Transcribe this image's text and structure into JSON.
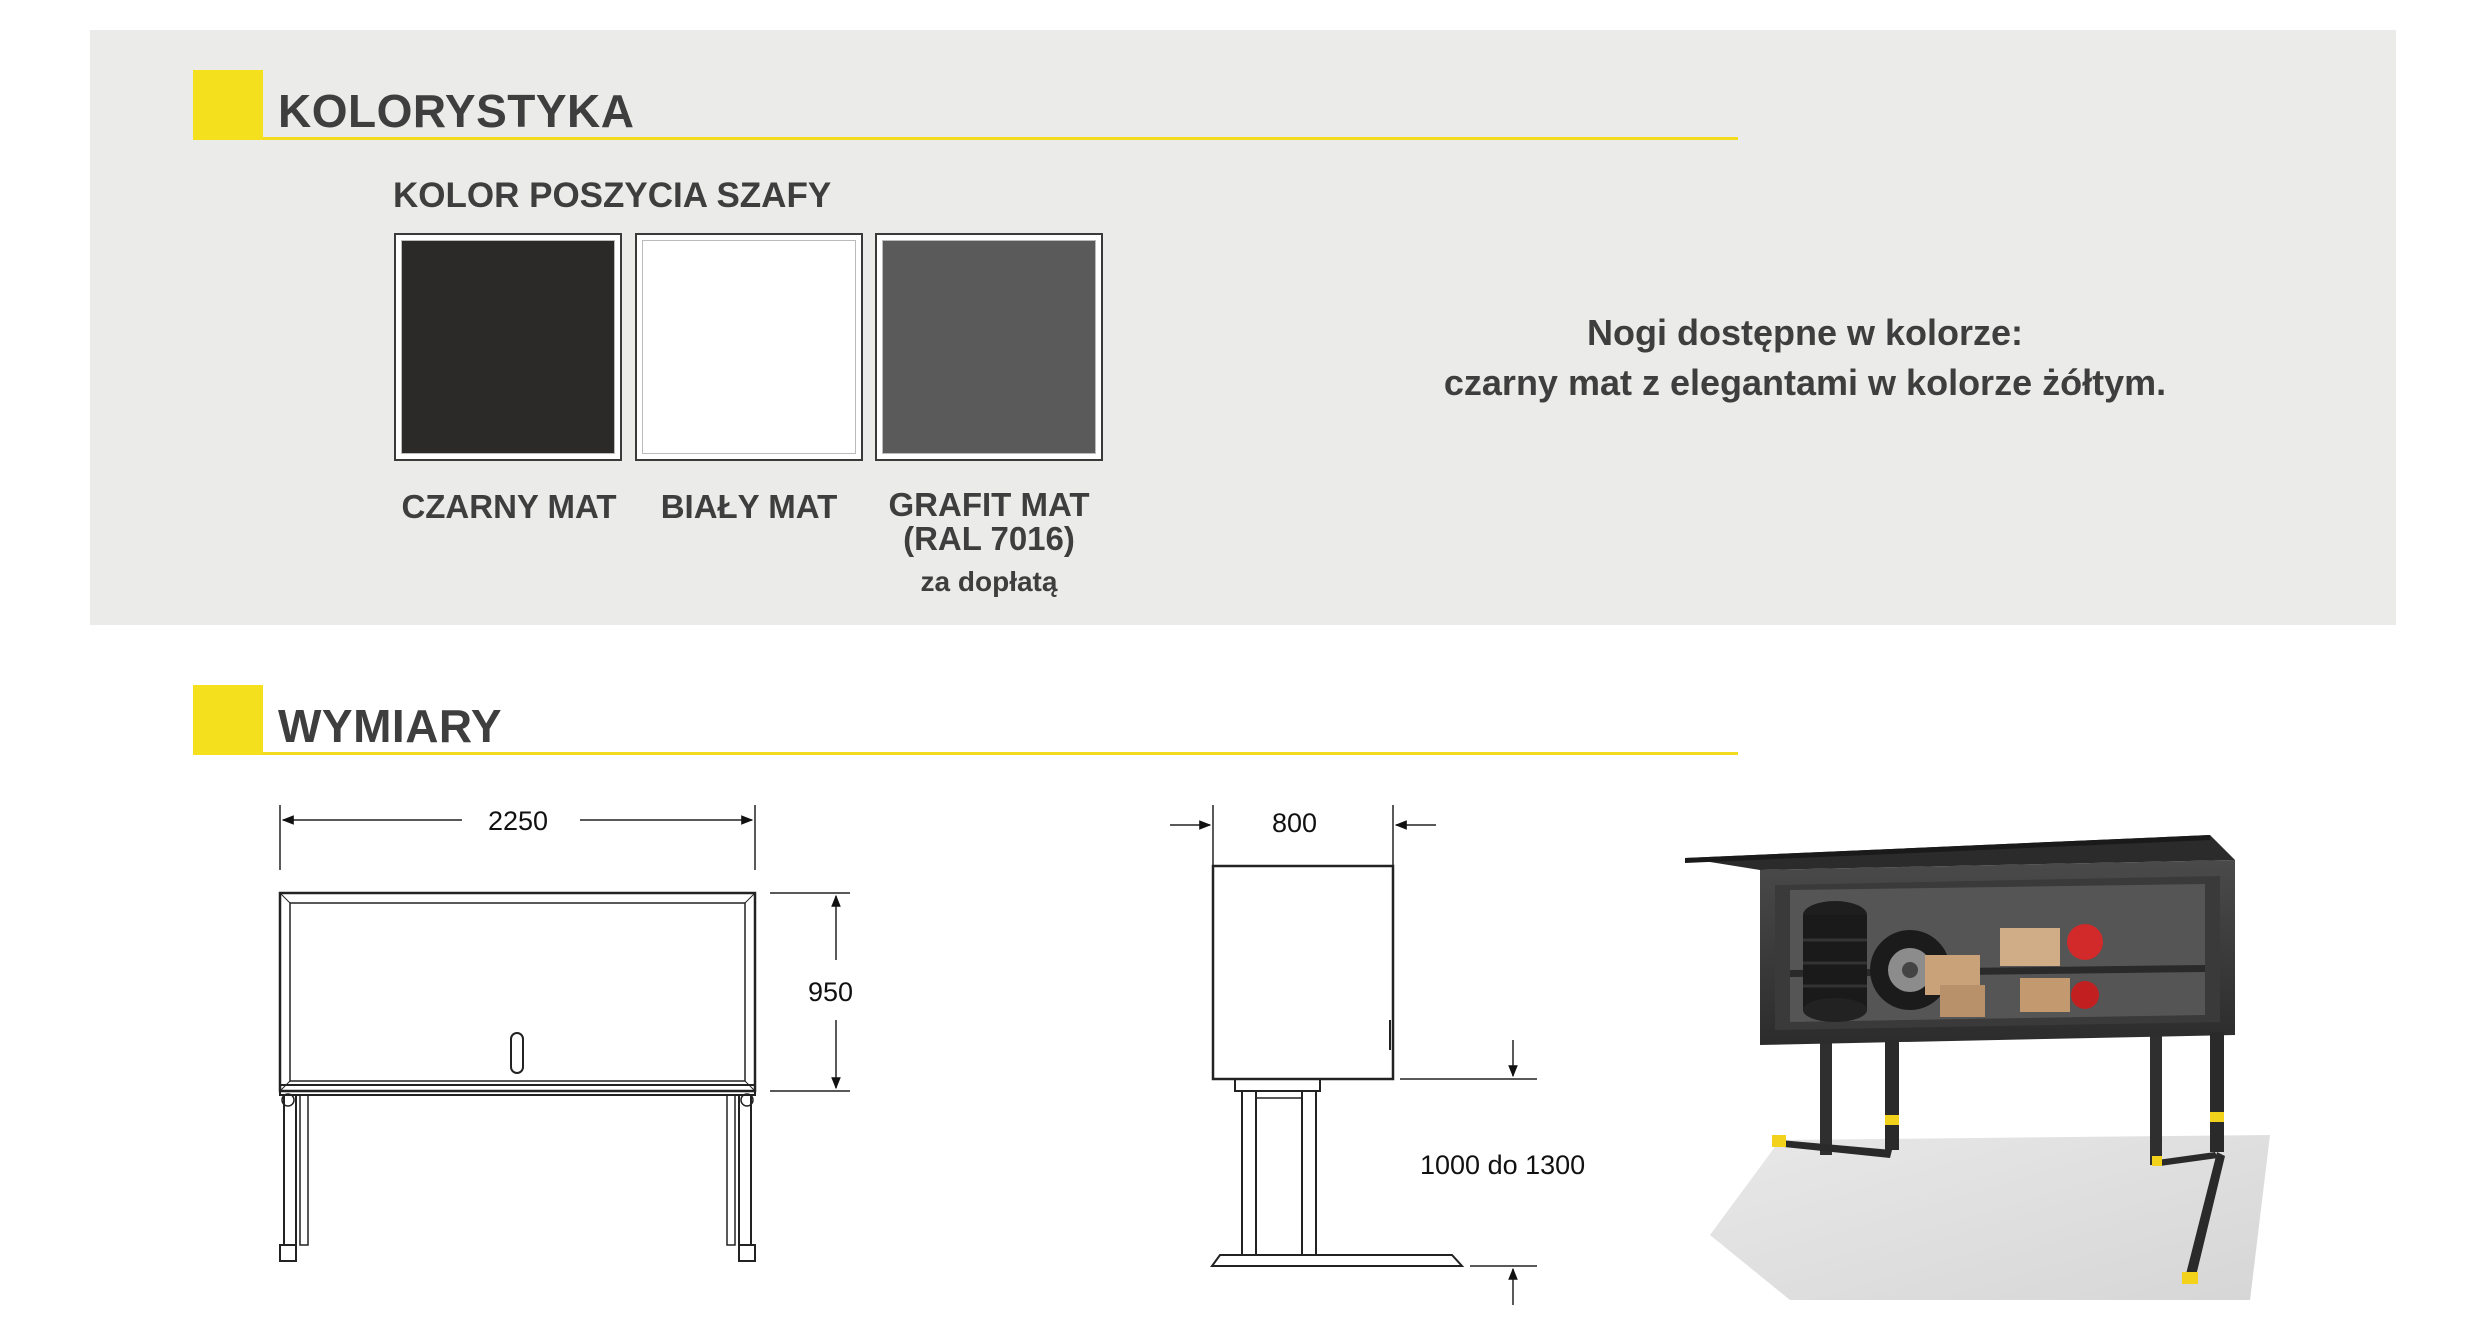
{
  "colors_section": {
    "title": "KOLORYSTYKA",
    "subtitle": "KOLOR POSZYCIA SZAFY",
    "swatches": [
      {
        "label": "CZARNY MAT",
        "color": "#2b2a29"
      },
      {
        "label": "BIAŁY MAT",
        "color": "#ffffff"
      },
      {
        "label": "GRAFIT MAT",
        "label2": "(RAL 7016)",
        "note": "za dopłatą",
        "color": "#5a5a5a"
      }
    ],
    "legs_note": {
      "line1": "Nogi dostępne w kolorze:",
      "line2": "czarny mat z elegantami w kolorze żółtym."
    }
  },
  "dimensions_section": {
    "title": "WYMIARY",
    "width": "2250",
    "height_cabinet": "950",
    "depth": "800",
    "height_legs": "1000  do 1300"
  },
  "theme": {
    "accent": "#f5e01e",
    "panel_bg": "#ebecea",
    "text": "#3e3e3e"
  }
}
